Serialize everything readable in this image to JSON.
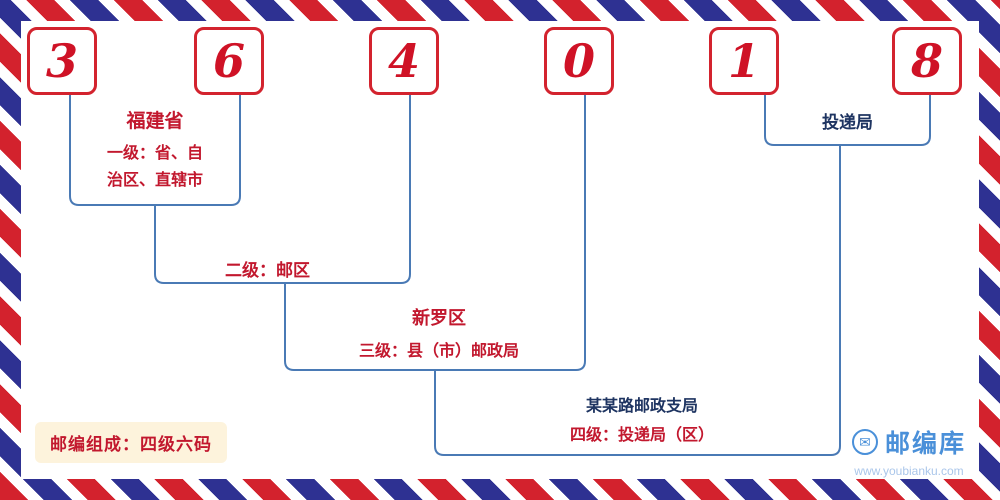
{
  "postal_code": {
    "value": "364018",
    "digits": [
      "3",
      "6",
      "4",
      "0",
      "1",
      "8"
    ]
  },
  "labels": {
    "level1_place": "福建省",
    "level1_desc_lines": [
      "一级：省、自",
      "治区、直辖市"
    ],
    "level2_desc": "二级：邮区",
    "level3_place": "新罗区",
    "level3_desc": "三级：县（市）邮政局",
    "level4_place": "某某路邮政支局",
    "level4_desc": "四级：投递局（区）",
    "delivery_office": "投递局"
  },
  "footer": {
    "composition_note": "邮编组成：四级六码",
    "brand_name": "邮编库",
    "brand_url": "www.youbianku.com",
    "envelope_icon": "✉"
  },
  "colors": {
    "digit-red": "#cf1226",
    "box-border-red": "#d3232e",
    "label-red": "#c2182e",
    "label-navy": "#1e3461",
    "line-blue": "#4a7ab5",
    "badge-bg": "#fdf3dc",
    "brand-blue": "#4a90d9",
    "url-blue": "#aac6ea",
    "stripe-red": "#d3222d",
    "stripe-blue": "#2e3192"
  }
}
